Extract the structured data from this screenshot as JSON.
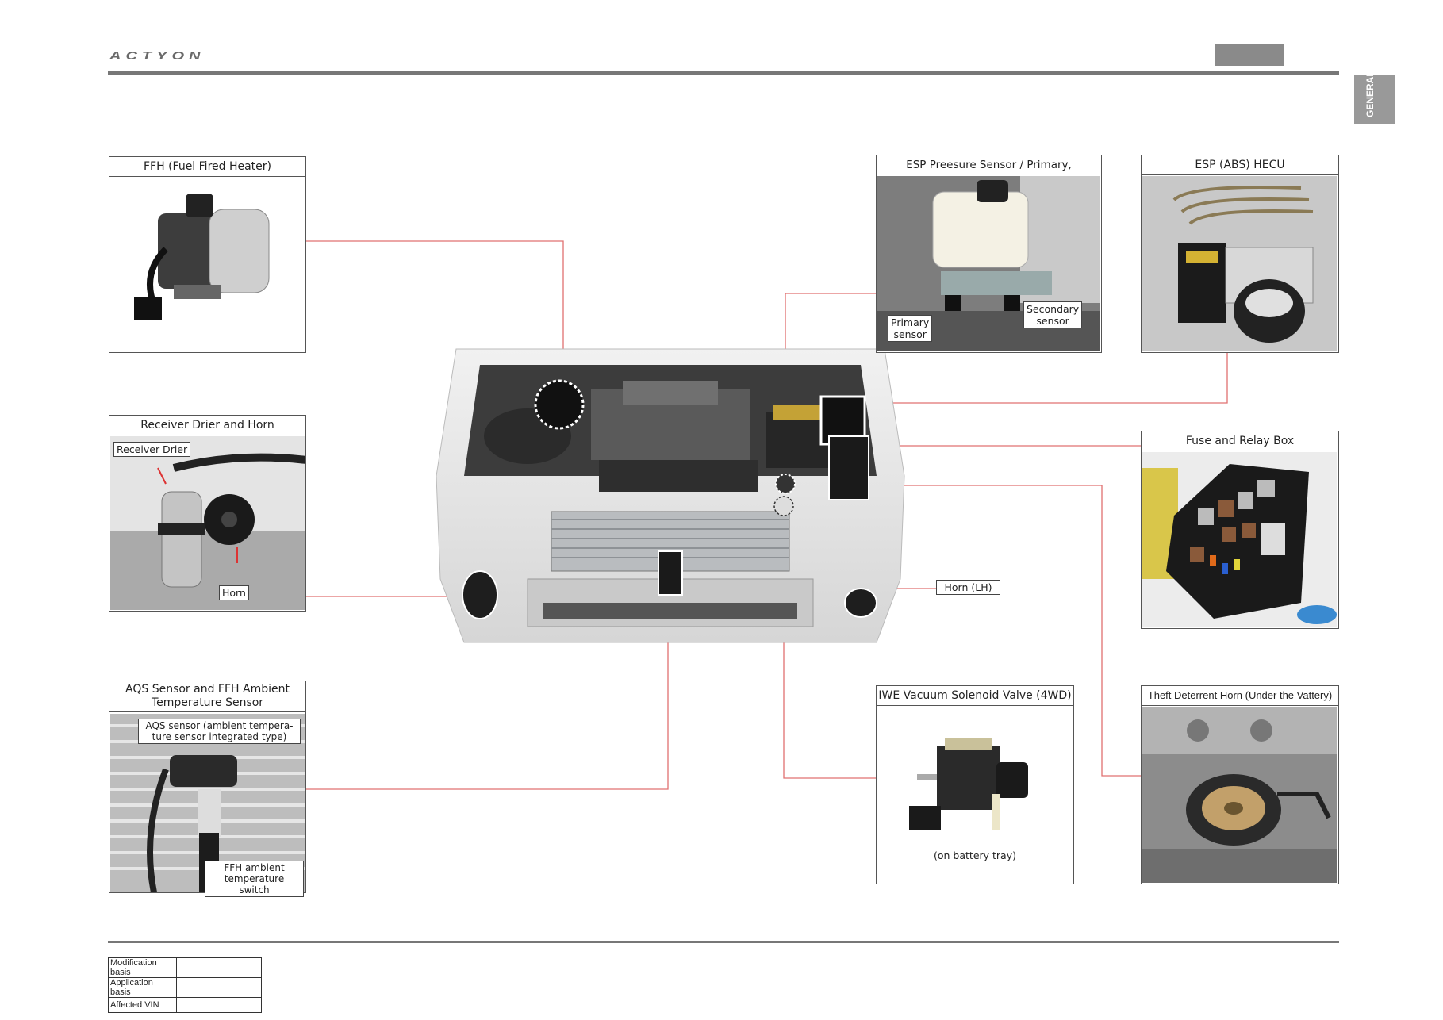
{
  "header": {
    "brand": "ACTYON",
    "section_tab": "GENERAL"
  },
  "center": {
    "horn_lh_label": "Horn (LH)"
  },
  "ffh": {
    "title": "FFH (Fuel Fired Heater)"
  },
  "receiver": {
    "title": "Receiver Drier and Horn",
    "drier_label": "Receiver Drier",
    "horn_label": "Horn"
  },
  "aqs": {
    "title_line1": "AQS Sensor and FFH Ambient",
    "title_line2": "Temperature Sensor",
    "aqs_label_line1": "AQS sensor (ambient tempera-",
    "aqs_label_line2": "ture sensor integrated type)",
    "ffh_label_line1": "FFH ambient",
    "ffh_label_line2": "temperature switch"
  },
  "esp_sensor": {
    "title": "ESP Preesure Sensor / Primary, Secondary",
    "primary_line1": "Primary",
    "primary_line2": "sensor",
    "secondary_line1": "Secondary",
    "secondary_line2": "sensor"
  },
  "esp_hecu": {
    "title": "ESP (ABS) HECU"
  },
  "fuse_box": {
    "title": "Fuse and Relay Box"
  },
  "iwe": {
    "title": "IWE Vacuum Solenoid Valve (4WD)",
    "caption": "(on battery tray)"
  },
  "theft_horn": {
    "title": "Theft Deterrent Horn (Under the Vattery)"
  },
  "footer": {
    "rows": [
      {
        "label": "Modification basis",
        "value": ""
      },
      {
        "label": "Application basis",
        "value": ""
      },
      {
        "label": "Affected VIN",
        "value": ""
      }
    ]
  },
  "colors": {
    "leader": "#e07070",
    "rule": "#777777",
    "tab": "#8a8a8a"
  }
}
